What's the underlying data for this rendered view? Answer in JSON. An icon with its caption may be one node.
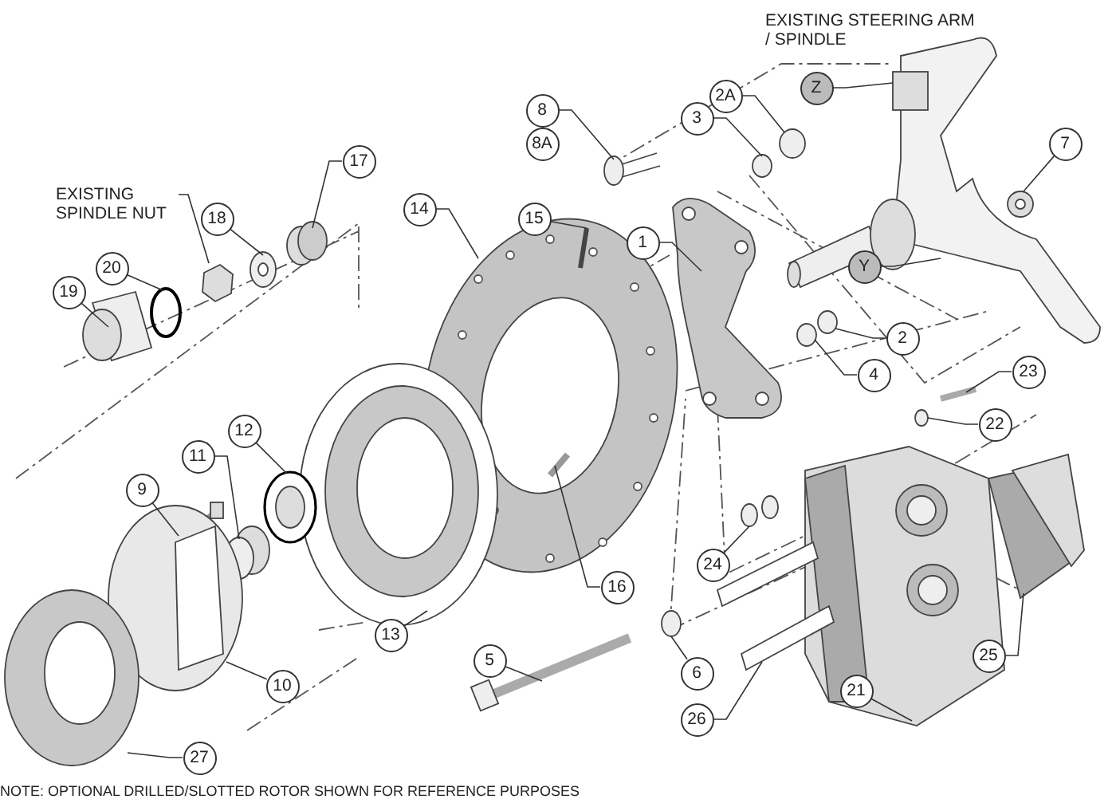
{
  "diagram": {
    "nodes": [
      {
        "text": [
          "EXISTING SPINDLE NUT"
        ]
      },
      {
        "text": [
          "8"
        ]
      },
      {
        "text": [
          "8A"
        ]
      },
      {
        "text": [
          "17"
        ]
      },
      {
        "text": [
          "18"
        ]
      },
      {
        "text": [
          "14"
        ]
      },
      {
        "text": [
          "15"
        ]
      },
      {
        "text": [
          "20"
        ]
      },
      {
        "text": [
          "19"
        ]
      },
      {
        "text": [
          "Z"
        ]
      },
      {
        "text": [
          "2A"
        ]
      },
      {
        "text": [
          "3"
        ]
      },
      {
        "text": [
          "7"
        ]
      },
      {
        "text": [
          "1"
        ]
      },
      {
        "text": [
          "Y"
        ]
      },
      {
        "text": [
          "2"
        ]
      },
      {
        "text": [
          "4"
        ]
      },
      {
        "text": [
          "23"
        ]
      },
      {
        "text": [
          "22"
        ]
      },
      {
        "text": [
          "12"
        ]
      },
      {
        "text": [
          "11"
        ]
      },
      {
        "text": [
          "9"
        ]
      },
      {
        "text": [
          "16"
        ]
      },
      {
        "text": [
          "24"
        ]
      },
      {
        "text": [
          "13"
        ]
      },
      {
        "text": [
          "5"
        ]
      },
      {
        "text": [
          "6"
        ]
      },
      {
        "text": [
          "10"
        ]
      },
      {
        "text": [
          "21"
        ]
      },
      {
        "text": [
          "25"
        ]
      },
      {
        "text": [
          "26"
        ]
      },
      {
        "text": [
          "27"
        ]
      }
    ],
    "edges": [
      {
        "from": 0,
        "to": null,
        "arrow": "none"
      },
      {
        "from": 1,
        "to": null,
        "arrow": "none"
      },
      {
        "from": 3,
        "to": null,
        "arrow": "none"
      },
      {
        "from": 4,
        "to": null,
        "arrow": "none"
      },
      {
        "from": 5,
        "to": null,
        "arrow": "none"
      },
      {
        "from": 6,
        "to": null,
        "arrow": "none"
      },
      {
        "from": 7,
        "to": null,
        "arrow": "none"
      },
      {
        "from": 8,
        "to": null,
        "arrow": "none"
      },
      {
        "from": 9,
        "to": null,
        "arrow": "none"
      },
      {
        "from": 10,
        "to": null,
        "arrow": "none"
      },
      {
        "from": 11,
        "to": null,
        "arrow": "none"
      },
      {
        "from": 12,
        "to": null,
        "arrow": "none"
      },
      {
        "from": 13,
        "to": null,
        "arrow": "none"
      },
      {
        "from": 14,
        "to": null,
        "arrow": "none"
      },
      {
        "from": 15,
        "to": null,
        "arrow": "none"
      },
      {
        "from": 16,
        "to": null,
        "arrow": "none"
      },
      {
        "from": 17,
        "to": null,
        "arrow": "none"
      },
      {
        "from": 18,
        "to": null,
        "arrow": "none"
      },
      {
        "from": 19,
        "to": null,
        "arrow": "none"
      },
      {
        "from": 20,
        "to": null,
        "arrow": "none"
      },
      {
        "from": 21,
        "to": null,
        "arrow": "none"
      },
      {
        "from": 22,
        "to": null,
        "arrow": "none"
      },
      {
        "from": 23,
        "to": null,
        "arrow": "none"
      },
      {
        "from": 24,
        "to": null,
        "arrow": "none"
      },
      {
        "from": 25,
        "to": null,
        "arrow": "none"
      },
      {
        "from": 26,
        "to": null,
        "arrow": "none"
      },
      {
        "from": 27,
        "to": null,
        "arrow": "none"
      },
      {
        "from": 28,
        "to": null,
        "arrow": "none"
      },
      {
        "from": 29,
        "to": null,
        "arrow": "none"
      },
      {
        "from": 30,
        "to": null,
        "arrow": "none"
      },
      {
        "from": 31,
        "to": null,
        "arrow": "none"
      }
    ],
    "labels": [
      "EXISTING STEERING ARM / SPINDLE",
      "NOTE: OPTIONAL DRILLED/SLOTTED ROTOR SHOWN FOR REFERENCE PURPOSES"
    ]
  }
}
